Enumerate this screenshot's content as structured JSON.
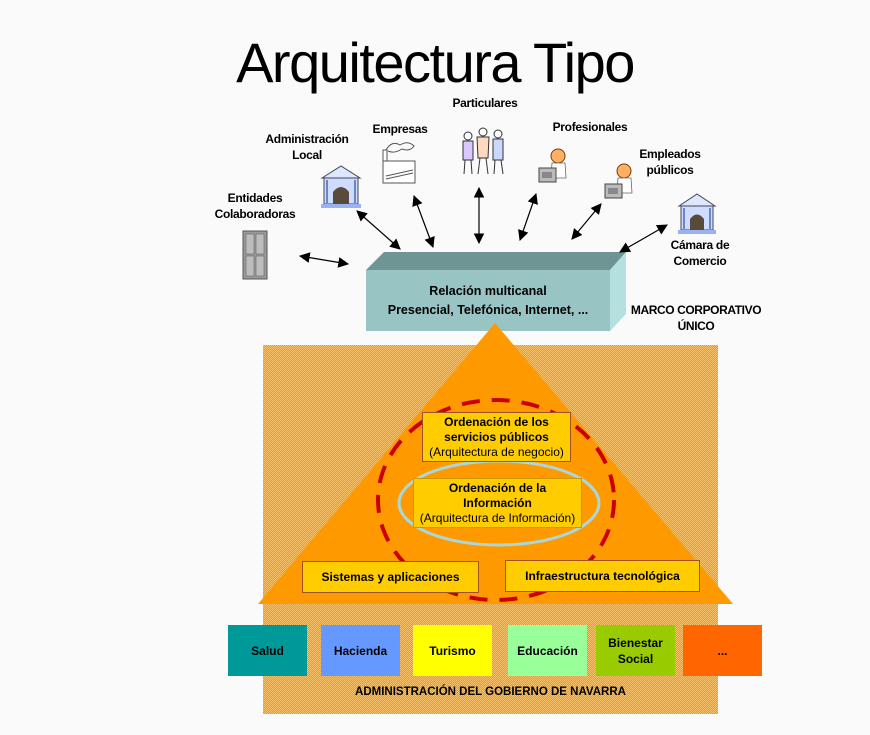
{
  "title": "Arquitectura Tipo",
  "actors": [
    {
      "id": "particulares",
      "label_lines": [
        "Particulares"
      ],
      "icon": "people-icon"
    },
    {
      "id": "empresas",
      "label_lines": [
        "Empresas"
      ],
      "icon": "factory-icon"
    },
    {
      "id": "administracion-local",
      "label_lines": [
        "Administración",
        "Local"
      ],
      "icon": "government-building-icon"
    },
    {
      "id": "entidades-colaboradoras",
      "label_lines": [
        "Entidades",
        "Colaboradoras"
      ],
      "icon": "cabinet-icon"
    },
    {
      "id": "profesionales",
      "label_lines": [
        "Profesionales"
      ],
      "icon": "person-at-computer-icon"
    },
    {
      "id": "empleados-publicos",
      "label_lines": [
        "Empleados",
        "públicos"
      ],
      "icon": "person-at-computer-icon"
    },
    {
      "id": "camara-de-comercio",
      "label_lines": [
        "Cámara de",
        "Comercio"
      ],
      "icon": "government-building-icon"
    }
  ],
  "channel_box": {
    "line1": "Relación multicanal",
    "line2": "Presencial, Telefónica, Internet, ..."
  },
  "marco": {
    "line1": "MARCO CORPORATIVO",
    "line2": "ÚNICO"
  },
  "pyramid": {
    "negocio": {
      "line1": "Ordenación de los",
      "line2": "servicios públicos",
      "line3": "(Arquitectura de negocio)"
    },
    "informacion": {
      "line1": "Ordenación de la",
      "line2": "Información",
      "line3": "(Arquitectura de Información)"
    },
    "sistemas": "Sistemas y aplicaciones",
    "infraestructura": "Infraestructura tecnológica"
  },
  "departments": [
    {
      "label": "Salud",
      "color": "#009999"
    },
    {
      "label": "Hacienda",
      "color": "#6699ff"
    },
    {
      "label": "Turismo",
      "color": "#ffff00"
    },
    {
      "label": "Educación",
      "color": "#99ff99"
    },
    {
      "label": "Bienestar Social",
      "color": "#99cc00"
    },
    {
      "label": "...",
      "color": "#ff6600"
    }
  ],
  "footer": "ADMINISTRACIÓN DEL GOBIERNO DE NAVARRA",
  "colors": {
    "pyramid": "#ff9900",
    "box_front": "#99c4c4",
    "box_top": "#6f9494",
    "box_side": "#b4e0e0",
    "dashed_ellipse": "#cc0000",
    "info_ellipse": "#99cccc"
  }
}
